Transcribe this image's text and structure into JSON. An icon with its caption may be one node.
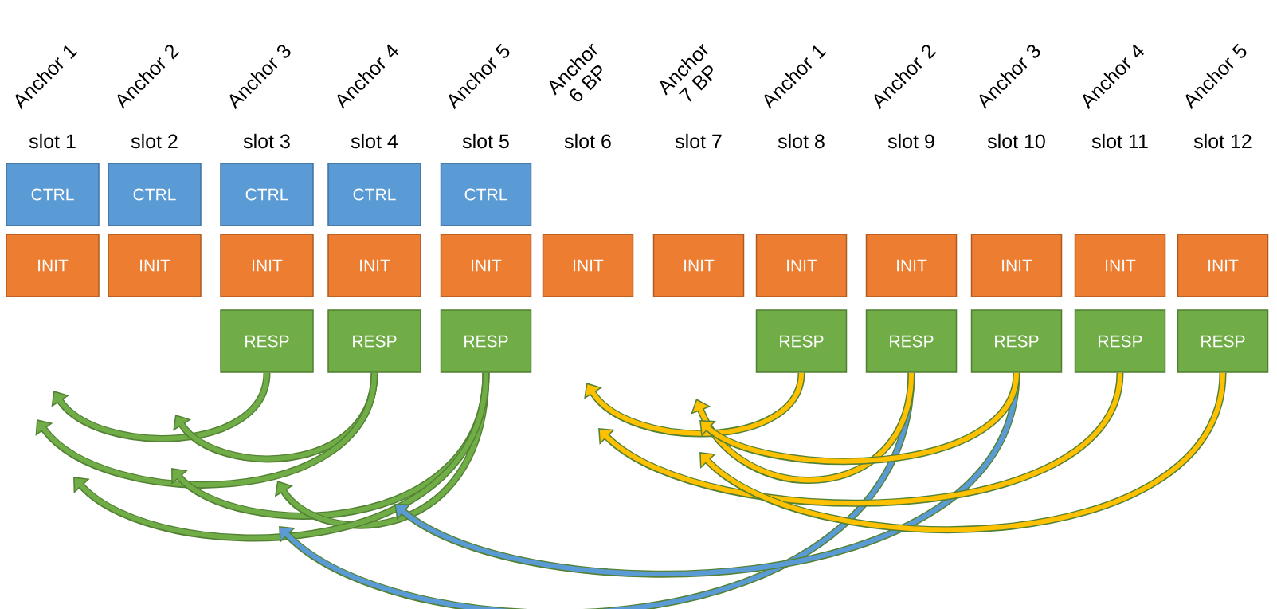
{
  "diagram": {
    "nodes": [
      {
        "text": [
          "CTRL"
        ]
      },
      {
        "text": [
          "CTRL"
        ]
      },
      {
        "text": [
          "CTRL"
        ]
      },
      {
        "text": [
          "CTRL"
        ]
      },
      {
        "text": [
          "CTRL"
        ]
      },
      {
        "text": [
          "INIT"
        ]
      },
      {
        "text": [
          "INIT"
        ]
      },
      {
        "text": [
          "INIT"
        ]
      },
      {
        "text": [
          "INIT"
        ]
      },
      {
        "text": [
          "INIT"
        ]
      },
      {
        "text": [
          "INIT"
        ]
      },
      {
        "text": [
          "INIT"
        ]
      },
      {
        "text": [
          "INIT"
        ]
      },
      {
        "text": [
          "INIT"
        ]
      },
      {
        "text": [
          "INIT"
        ]
      },
      {
        "text": [
          "INIT"
        ]
      },
      {
        "text": [
          "INIT"
        ]
      },
      {
        "text": [
          "RESP"
        ]
      },
      {
        "text": [
          "RESP"
        ]
      },
      {
        "text": [
          "RESP"
        ]
      },
      {
        "text": [
          "RESP"
        ]
      },
      {
        "text": [
          "RESP"
        ]
      },
      {
        "text": [
          "RESP"
        ]
      },
      {
        "text": [
          "RESP"
        ]
      },
      {
        "text": [
          "RESP"
        ]
      }
    ],
    "edges": [
      {
        "from": 17,
        "to": null,
        "arrow": "to"
      },
      {
        "from": 18,
        "to": null,
        "arrow": "to"
      },
      {
        "from": 18,
        "to": null,
        "arrow": "to"
      },
      {
        "from": 19,
        "to": null,
        "arrow": "to"
      },
      {
        "from": 19,
        "to": null,
        "arrow": "to"
      },
      {
        "from": 19,
        "to": null,
        "arrow": "to"
      },
      {
        "from": 21,
        "to": null,
        "arrow": "to",
        "color": "#5b9bd5"
      },
      {
        "from": 22,
        "to": null,
        "arrow": "to",
        "color": "#5b9bd5"
      },
      {
        "from": 20,
        "to": null,
        "arrow": "to",
        "color": "#ffc000"
      },
      {
        "from": 21,
        "to": null,
        "arrow": "to",
        "color": "#ffc000"
      },
      {
        "from": 22,
        "to": null,
        "arrow": "to",
        "color": "#ffc000"
      },
      {
        "from": 23,
        "to": null,
        "arrow": "to",
        "color": "#ffc000"
      },
      {
        "from": 24,
        "to": null,
        "arrow": "to",
        "color": "#ffc000"
      }
    ],
    "labels": [
      "Anchor 1",
      "Anchor 2",
      "Anchor 3",
      "Anchor 4",
      "Anchor 5",
      "Anchor 6 BP",
      "Anchor 7 BP",
      "Anchor 1",
      "Anchor 2",
      "Anchor 3",
      "Anchor 4",
      "Anchor 5",
      "slot 1",
      "slot 2",
      "slot 3",
      "slot 4",
      "slot 5",
      "slot 6",
      "slot 7",
      "slot 8",
      "slot 9",
      "slot 10",
      "slot 11",
      "slot 12"
    ]
  }
}
